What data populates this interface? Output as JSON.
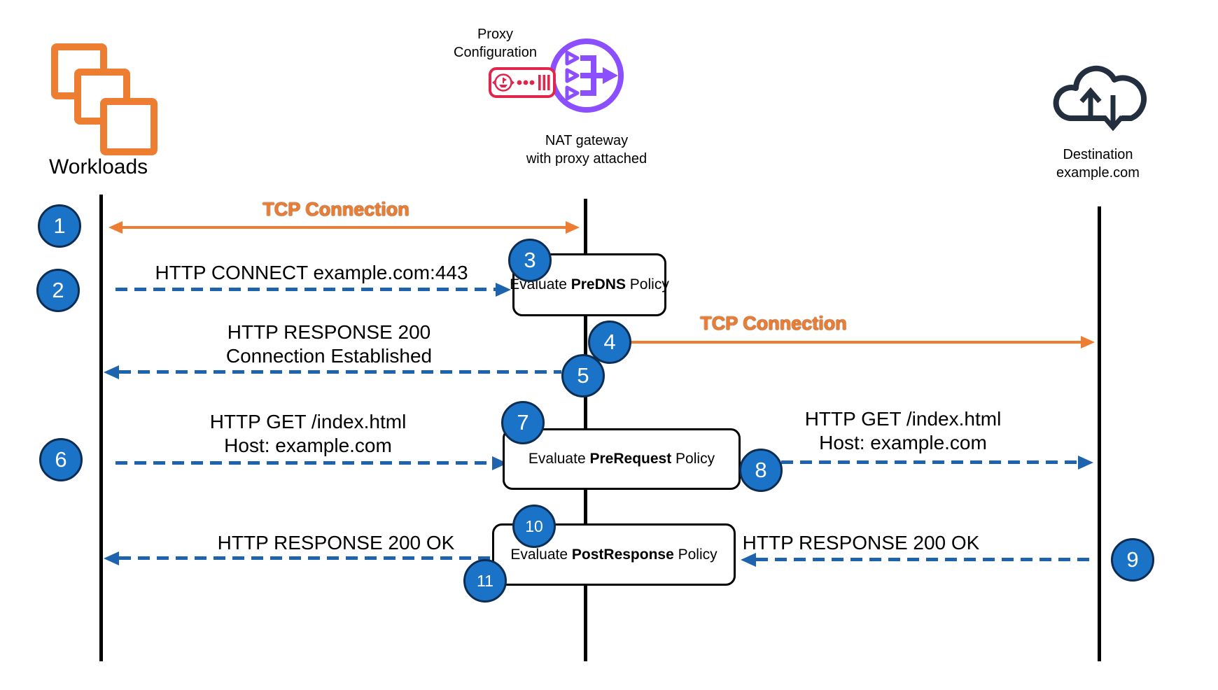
{
  "actors": {
    "workloads": {
      "label": "Workloads"
    },
    "proxy": {
      "label_line1": "Proxy",
      "label_line2": "Configuration"
    },
    "nat_gateway": {
      "label_line1": "NAT gateway",
      "label_line2": "with proxy attached"
    },
    "destination": {
      "label_line1": "Destination",
      "label_line2": "example.com"
    }
  },
  "steps": [
    "1",
    "2",
    "3",
    "4",
    "5",
    "6",
    "7",
    "8",
    "9",
    "10",
    "11"
  ],
  "messages": {
    "tcp_connection_left": "TCP Connection",
    "tcp_connection_right": "TCP Connection",
    "http_connect": "HTTP CONNECT example.com:443",
    "http_response_established_line1": "HTTP RESPONSE 200",
    "http_response_established_line2": "Connection Established",
    "http_get_left_line1": "HTTP GET /index.html",
    "http_get_left_line2": "Host: example.com",
    "http_get_right_line1": "HTTP GET /index.html",
    "http_get_right_line2": "Host: example.com",
    "http_response_ok_left": "HTTP RESPONSE 200 OK",
    "http_response_ok_right": "HTTP RESPONSE 200 OK"
  },
  "policies": {
    "predns": {
      "prefix": "Evaluate",
      "name": "PreDNS",
      "suffix": "Policy"
    },
    "prerequest": {
      "prefix": "Evaluate",
      "name": "PreRequest",
      "suffix": "Policy"
    },
    "postresponse": {
      "prefix": "Evaluate",
      "name": "PostResponse",
      "suffix": "Policy"
    }
  },
  "icons": {
    "workloads": "overlapping-squares-icon",
    "proxy_configuration": "proxy-config-card-icon",
    "nat_gateway": "nat-gateway-circle-icon",
    "destination": "cloud-upload-download-icon"
  },
  "colors": {
    "step_circle": "#1B73C8",
    "step_circle_border": "#0D2D52",
    "orange_arrow": "#EE7C31",
    "blue_dashed_arrow": "#1E63AD",
    "workloads_orange": "#ED7D31",
    "nat_purple": "#8C4FFF",
    "proxy_red": "#E0264C",
    "destination_navy": "#232F3E",
    "lifeline": "#000000"
  }
}
